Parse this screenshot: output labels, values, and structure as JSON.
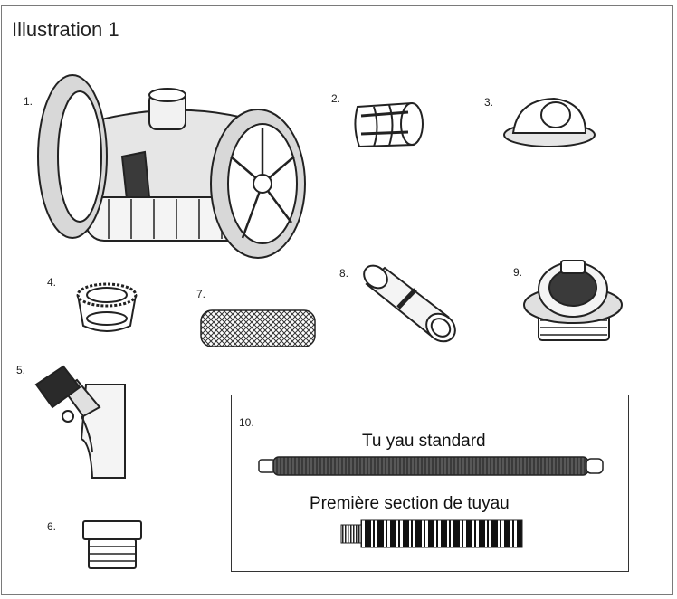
{
  "title": "Illustration 1",
  "parts": [
    {
      "num": "1.",
      "icon": "pool-cleaner-body-icon"
    },
    {
      "num": "2.",
      "icon": "clip-ring-icon"
    },
    {
      "num": "3.",
      "icon": "dome-cap-icon"
    },
    {
      "num": "4.",
      "icon": "threaded-collar-icon"
    },
    {
      "num": "5.",
      "icon": "elbow-valve-icon"
    },
    {
      "num": "6.",
      "icon": "threaded-adapter-icon"
    },
    {
      "num": "7.",
      "icon": "mesh-screen-icon"
    },
    {
      "num": "8.",
      "icon": "hose-connector-icon"
    },
    {
      "num": "9.",
      "icon": "regulator-valve-icon"
    },
    {
      "num": "10.",
      "icon": "hose-section-icon"
    }
  ],
  "hose_box": {
    "standard_label": "Tu yau standard",
    "first_section_label": "Première section de tuyau"
  },
  "colors": {
    "line": "#222222",
    "frame": "#7a7a7a",
    "fill_light": "#e8e8e8",
    "fill_dark": "#2a2a2a"
  }
}
